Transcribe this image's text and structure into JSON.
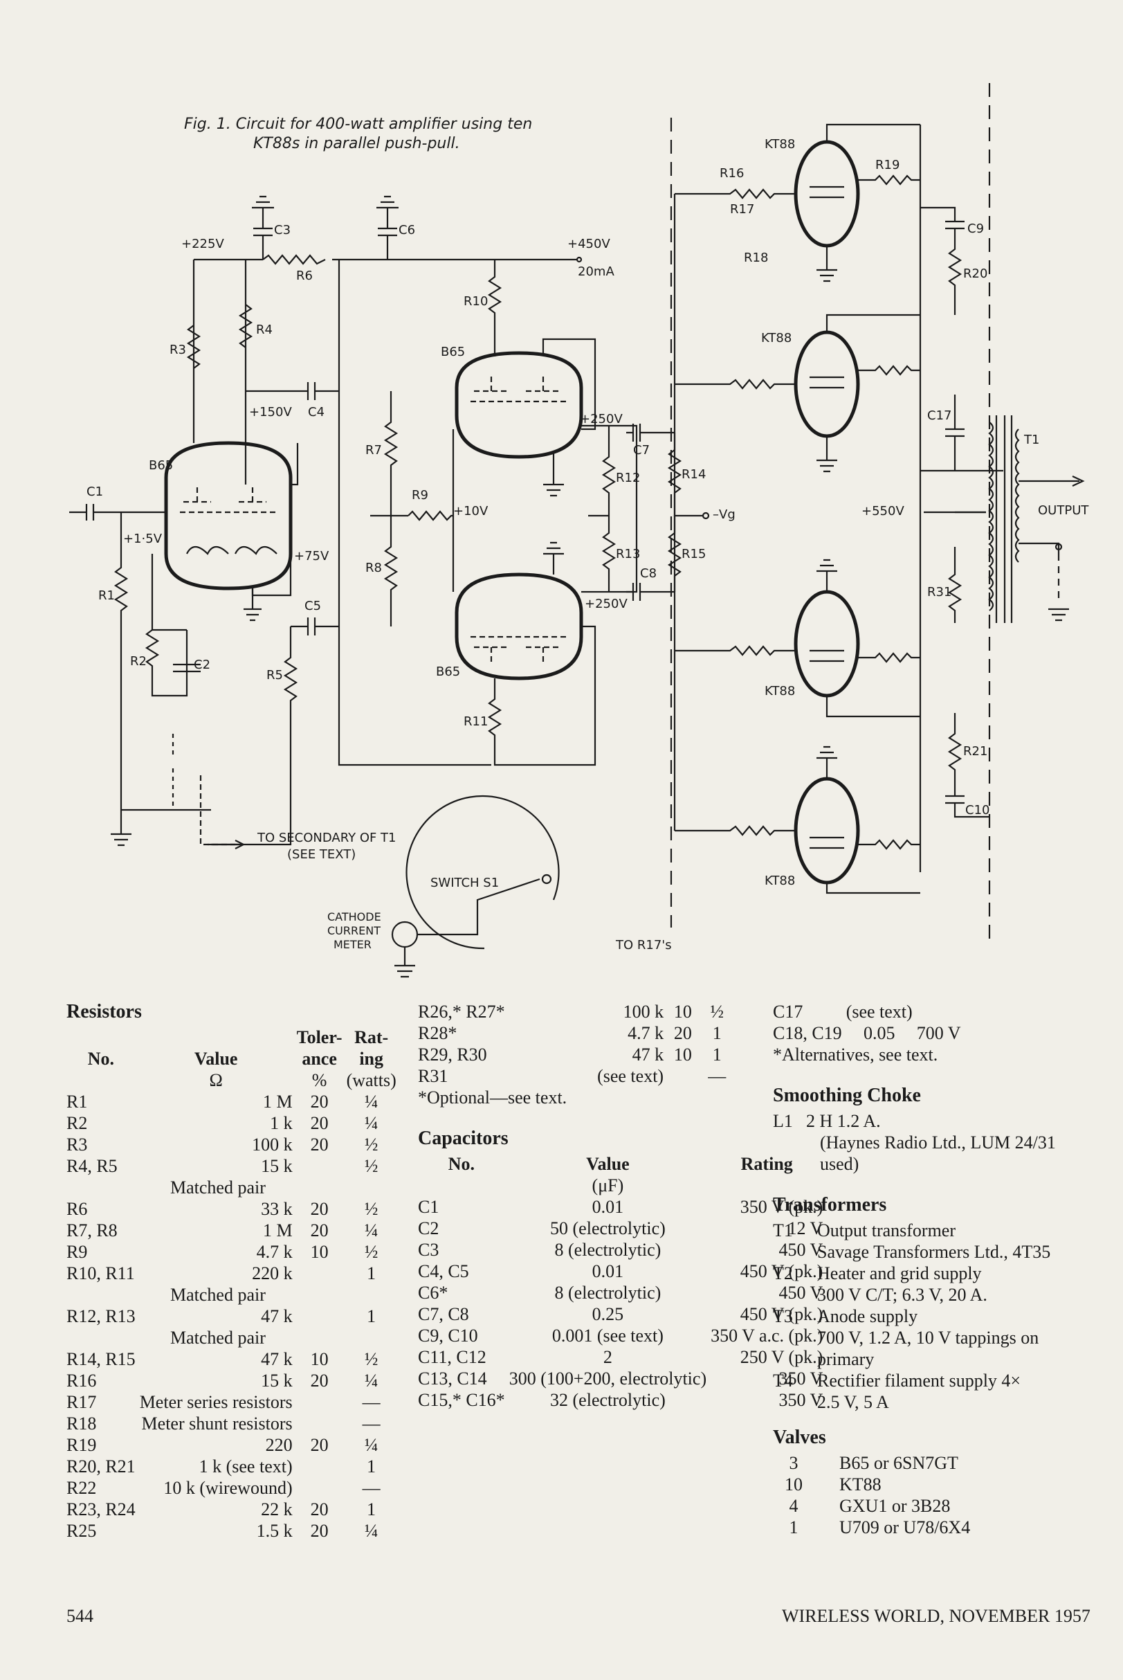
{
  "figure": {
    "caption_line1": "Fig. 1.  Circuit for 400-watt amplifier using ten",
    "caption_line2": "KT88s in parallel push-pull.",
    "labels": {
      "v225": "+225V",
      "v150": "+150V",
      "v15": "+1·5V",
      "v75": "+75V",
      "v450": "+450V",
      "ma20": "20mA",
      "v250a": "+250V",
      "v250b": "+250V",
      "v10": "+10V",
      "vg": "–Vg",
      "v550": "+550V",
      "output": "OUTPUT",
      "secondary1": "TO SECONDARY OF T1",
      "secondary2": "(SEE TEXT)",
      "switch": "SWITCH S1",
      "meter1": "CATHODE",
      "meter2": "CURRENT",
      "meter3": "METER",
      "tor17": "TO R17's",
      "b65a": "B65",
      "b65b": "B65",
      "b65c": "B65",
      "kt88a": "KT88",
      "kt88b": "KT88",
      "kt88c": "KT88",
      "kt88d": "KT88",
      "c1": "C1",
      "c2": "C2",
      "c3": "C3",
      "c4": "C4",
      "c5": "C5",
      "c6": "C6",
      "c7": "C7",
      "c8": "C8",
      "c9": "C9",
      "c10": "C10",
      "c17": "C17",
      "t1": "T1",
      "r1": "R1",
      "r2": "R2",
      "r3": "R3",
      "r4": "R4",
      "r5": "R5",
      "r6": "R6",
      "r7": "R7",
      "r8": "R8",
      "r9": "R9",
      "r10": "R10",
      "r11": "R11",
      "r12": "R12",
      "r13": "R13",
      "r14": "R14",
      "r15": "R15",
      "r16": "R16",
      "r17": "R17",
      "r18": "R18",
      "r19": "R19",
      "r20": "R20",
      "r21": "R21",
      "r31": "R31"
    }
  },
  "resistors": {
    "heading": "Resistors",
    "col_no": "No.",
    "col_value": "Value",
    "col_value_unit": "Ω",
    "col_tol1": "Toler-",
    "col_tol2": "ance",
    "col_tol_unit": "%",
    "col_rat1": "Rat-",
    "col_rat2": "ing",
    "col_rat_unit": "(watts)",
    "rows": [
      {
        "no": "R1",
        "value": "1 M",
        "tol": "20",
        "rating": "¼"
      },
      {
        "no": "R2",
        "value": "1 k",
        "tol": "20",
        "rating": "¼"
      },
      {
        "no": "R3",
        "value": "100 k",
        "tol": "20",
        "rating": "½"
      },
      {
        "no": "R4, R5",
        "value": "15 k",
        "tol": "",
        "rating": "½",
        "note": "Matched pair"
      },
      {
        "no": "R6",
        "value": "33 k",
        "tol": "20",
        "rating": "½"
      },
      {
        "no": "R7, R8",
        "value": "1 M",
        "tol": "20",
        "rating": "¼"
      },
      {
        "no": "R9",
        "value": "4.7 k",
        "tol": "10",
        "rating": "½"
      },
      {
        "no": "R10, R11",
        "value": "220 k",
        "tol": "",
        "rating": "1",
        "note": "Matched pair"
      },
      {
        "no": "R12, R13",
        "value": "47 k",
        "tol": "",
        "rating": "1",
        "note": "Matched pair"
      },
      {
        "no": "R14, R15",
        "value": "47 k",
        "tol": "10",
        "rating": "½"
      },
      {
        "no": "R16",
        "value": "15 k",
        "tol": "20",
        "rating": "¼"
      },
      {
        "no": "R17",
        "value": "Meter series resistors",
        "tol": "",
        "rating": "—"
      },
      {
        "no": "R18",
        "value": "Meter shunt resistors",
        "tol": "",
        "rating": "—"
      },
      {
        "no": "R19",
        "value": "220",
        "tol": "20",
        "rating": "¼"
      },
      {
        "no": "R20, R21",
        "value": "1 k (see text)",
        "tol": "",
        "rating": "1"
      },
      {
        "no": "R22",
        "value": "10 k (wirewound)",
        "tol": "",
        "rating": "—"
      },
      {
        "no": "R23, R24",
        "value": "22 k",
        "tol": "20",
        "rating": "1"
      },
      {
        "no": "R25",
        "value": "1.5 k",
        "tol": "20",
        "rating": "¼"
      }
    ],
    "cont_rows": [
      {
        "no": "R26,* R27*",
        "value": "100 k",
        "tol": "10",
        "rating": "½"
      },
      {
        "no": "R28*",
        "value": "4.7 k",
        "tol": "20",
        "rating": "1"
      },
      {
        "no": "R29, R30",
        "value": "47 k",
        "tol": "10",
        "rating": "1"
      },
      {
        "no": "R31",
        "value": "(see text)",
        "tol": "",
        "rating": "—"
      }
    ],
    "footnote": "*Optional—see text."
  },
  "capacitors": {
    "heading": "Capacitors",
    "col_no": "No.",
    "col_value": "Value",
    "col_value_unit": "(μF)",
    "col_rating": "Rating",
    "rows": [
      {
        "no": "C1",
        "value": "0.01",
        "rating": "350  V (pk.)"
      },
      {
        "no": "C2",
        "value": "50 (electrolytic)",
        "rating": "12  V"
      },
      {
        "no": "C3",
        "value": "8 (electrolytic)",
        "rating": "450  V"
      },
      {
        "no": "C4, C5",
        "value": "0.01",
        "rating": "450  V (pk.)"
      },
      {
        "no": "C6*",
        "value": "8 (electrolytic)",
        "rating": "450  V"
      },
      {
        "no": "C7, C8",
        "value": "0.25",
        "rating": "450  V (pk.)"
      },
      {
        "no": "C9, C10",
        "value": "0.001 (see text)",
        "rating": "350  V a.c. (pk.)"
      },
      {
        "no": "C11, C12",
        "value": "2",
        "rating": "250  V (pk.)"
      },
      {
        "no": "C13, C14",
        "value": "300 (100+200, electrolytic)",
        "rating": "350  V"
      },
      {
        "no": "C15,* C16*",
        "value": "32 (electrolytic)",
        "rating": "350  V"
      },
      {
        "no": "C17",
        "value": "(see text)",
        "rating": ""
      },
      {
        "no": "C18, C19",
        "value": "0.05",
        "rating": "700  V"
      }
    ],
    "footnote": "*Alternatives, see text."
  },
  "choke": {
    "heading": "Smoothing Choke",
    "id": "L1",
    "line1": "2 H   1.2 A.",
    "line2": "(Haynes Radio Ltd., LUM 24/31 used)"
  },
  "transformers": {
    "heading": "Transformers",
    "rows": [
      {
        "id": "T1",
        "text": "Output transformer",
        "sub": "Savage Transformers Ltd., 4T35"
      },
      {
        "id": "T2",
        "text": "Heater and grid supply",
        "sub": "300 V C/T; 6.3 V, 20 A."
      },
      {
        "id": "T3",
        "text": "Anode supply",
        "sub": "700 V, 1.2 A, 10 V tappings on primary"
      },
      {
        "id": "T4",
        "text": "Rectifier filament supply 4×",
        "sub": "2.5 V, 5 A"
      }
    ]
  },
  "valves": {
    "heading": "Valves",
    "rows": [
      {
        "qty": "3",
        "type": "B65 or 6SN7GT"
      },
      {
        "qty": "10",
        "type": "KT88"
      },
      {
        "qty": "4",
        "type": "GXU1 or 3B28"
      },
      {
        "qty": "1",
        "type": "U709 or U78/6X4"
      }
    ]
  },
  "footer": {
    "page": "544",
    "journal": "WIRELESS WORLD, NOVEMBER 1957"
  }
}
